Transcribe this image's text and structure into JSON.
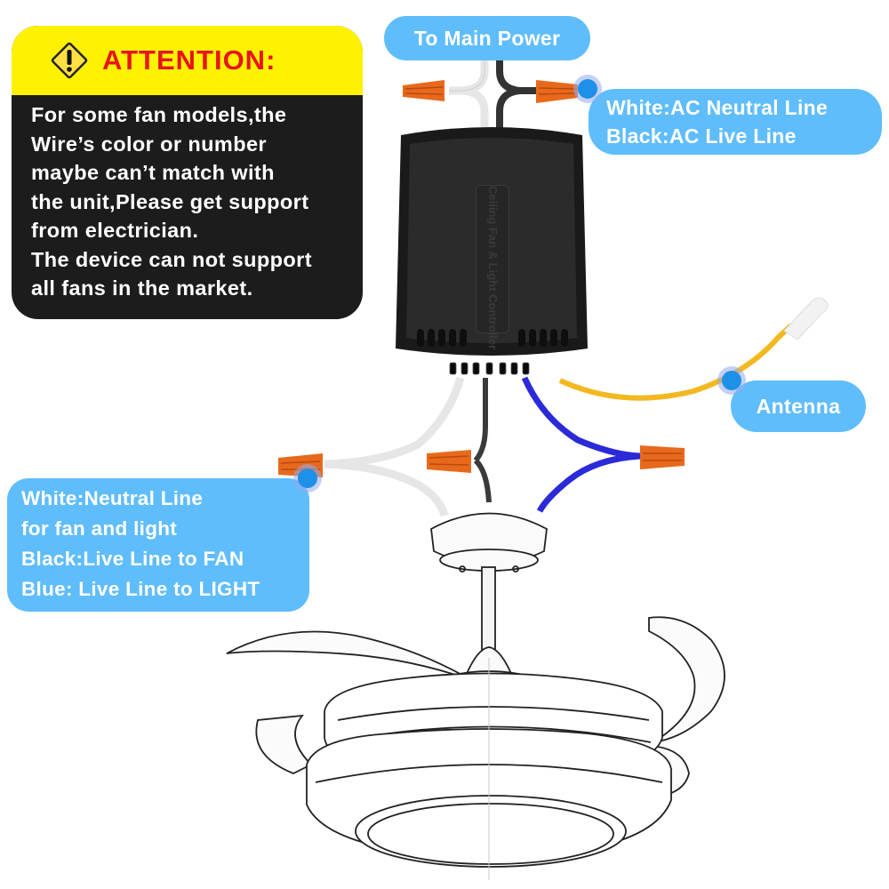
{
  "attention": {
    "icon": "warning-diamond-icon",
    "title": "ATTENTION:",
    "lines": [
      "For some fan models,the",
      "Wire’s color or number",
      "maybe can’t match with",
      "the unit,Please get support",
      "from electrician.",
      "The device can not support",
      "all fans in the market."
    ],
    "colors": {
      "header_bg": "#fff200",
      "title": "#e8141b",
      "body_bg": "#1c1c1c",
      "body_text": "#ffffff"
    }
  },
  "labels": {
    "main_power": "To Main Power",
    "ac_lines": [
      "White:AC Neutral Line",
      "Black:AC Live Line"
    ],
    "antenna": "Antenna",
    "fan_lines": [
      "White:Neutral Line",
      "for fan and light",
      "Black:Live Line to FAN",
      "Blue: Live Line to LIGHT"
    ]
  },
  "controller": {
    "embossed_text": "Ceiling Fan & Light Controller"
  },
  "colors": {
    "label_bg": "#5fbdfb",
    "marker_dot": "#1e90e8",
    "wire_white": "#e6e6e6",
    "wire_black": "#3a3a3a",
    "wire_blue": "#2a2ad8",
    "wire_yellow": "#f3b820",
    "wire_nut": "#e8691c",
    "controller_body": "#1e1e1e"
  }
}
